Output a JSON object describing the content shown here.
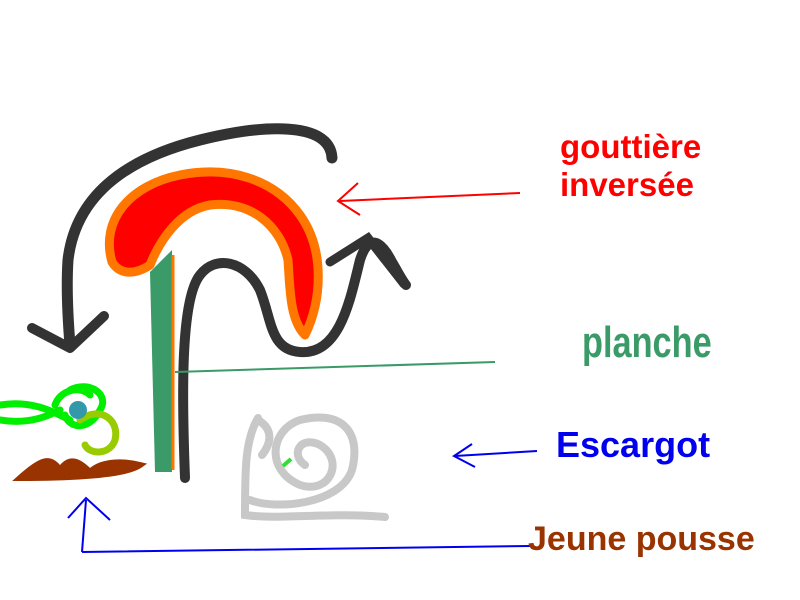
{
  "labels": {
    "gutter_line1": "gouttière",
    "gutter_line2": "inversée",
    "plank": "planche",
    "snail": "Escargot",
    "sprout": "Jeune pousse"
  },
  "colors": {
    "gutter": "#ff0000",
    "gutter_outline": "#ff7700",
    "plank": "#3a9a68",
    "snail": "#0000ee",
    "sprout": "#993300",
    "water_arrows": "#333333",
    "snail_drawing": "#c8c8c8"
  }
}
